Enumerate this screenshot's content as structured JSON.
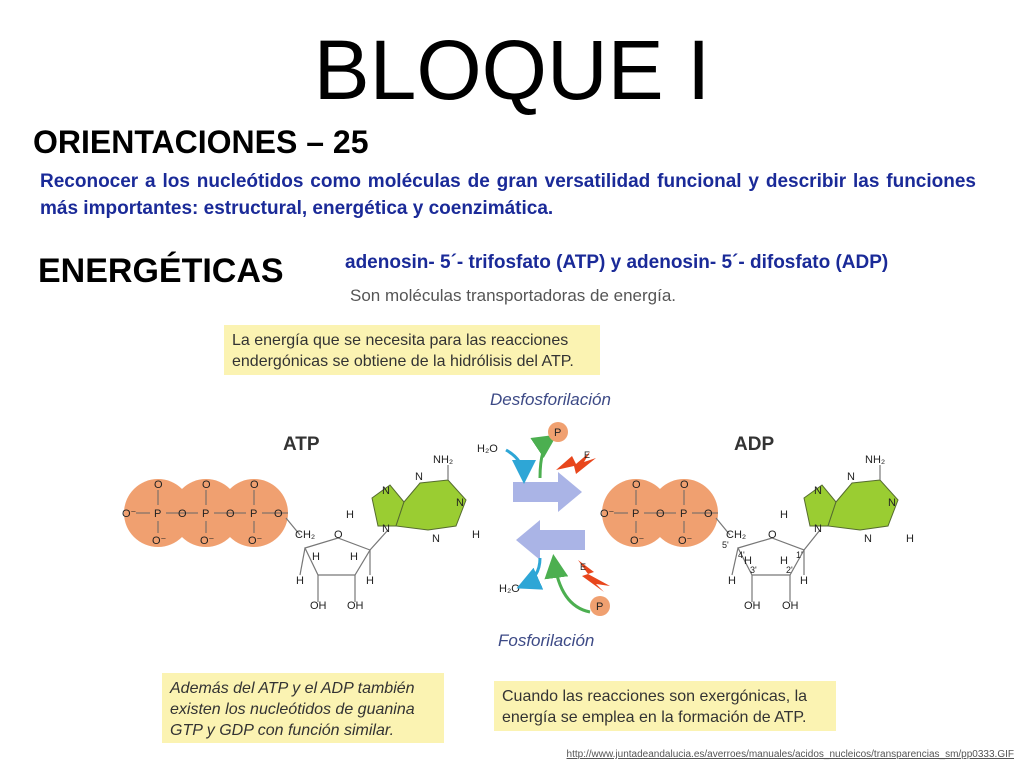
{
  "title": "BLOQUE I",
  "subtitle": "ORIENTACIONES – 25",
  "objective": "Reconocer a los nucleótidos como moléculas de gran versatilidad funcional y describir las funciones más importantes: estructural, energética y coenzimática.",
  "section_heading": "ENERGÉTICAS",
  "compounds": "adenosin- 5´- trifosfato (ATP)  y adenosin- 5´- difosfato (ADP)",
  "transport_text": "Son moléculas transportadoras de energía.",
  "notes": {
    "top": "La energía que se necesita para las reacciones\nendergónicas se obtiene de la hidrólisis del ATP.",
    "bottom_left": "Además del ATP y el ADP también\nexisten los nucleótidos de guanina\nGTP y GDP con función similar.",
    "bottom_right": "Cuando las reacciones son exergónicas, la\nenergía se emplea en la formación de ATP."
  },
  "diagram": {
    "atp_label": "ATP",
    "adp_label": "ADP",
    "dephosphorylation": "Desfosforilación",
    "phosphorylation": "Fosforilación",
    "water_top": "H₂O",
    "water_bottom": "H₂O",
    "phosphate_badge": "P",
    "energy_badge": "E",
    "atoms": {
      "P": "P",
      "O": "O",
      "O_minus": "O⁻",
      "H": "H",
      "N": "N",
      "OH": "OH",
      "NH2": "NH₂",
      "CH2": "CH₂",
      "C5": "5'",
      "C4": "4'",
      "C3": "3'",
      "C2": "2'",
      "C1": "1'"
    },
    "colors": {
      "phosphate": "#f0a070",
      "base": "#9acd32",
      "arrow": "#aab4e6",
      "note_bg": "#fbf3b2",
      "energy": "#e8461c",
      "badge": "#f0a070",
      "curve": "#2ea6d6"
    }
  },
  "source_url": "http://www.juntadeandalucia.es/averroes/manuales/acidos_nucleicos/transparencias_sm/pp0333.GIF"
}
